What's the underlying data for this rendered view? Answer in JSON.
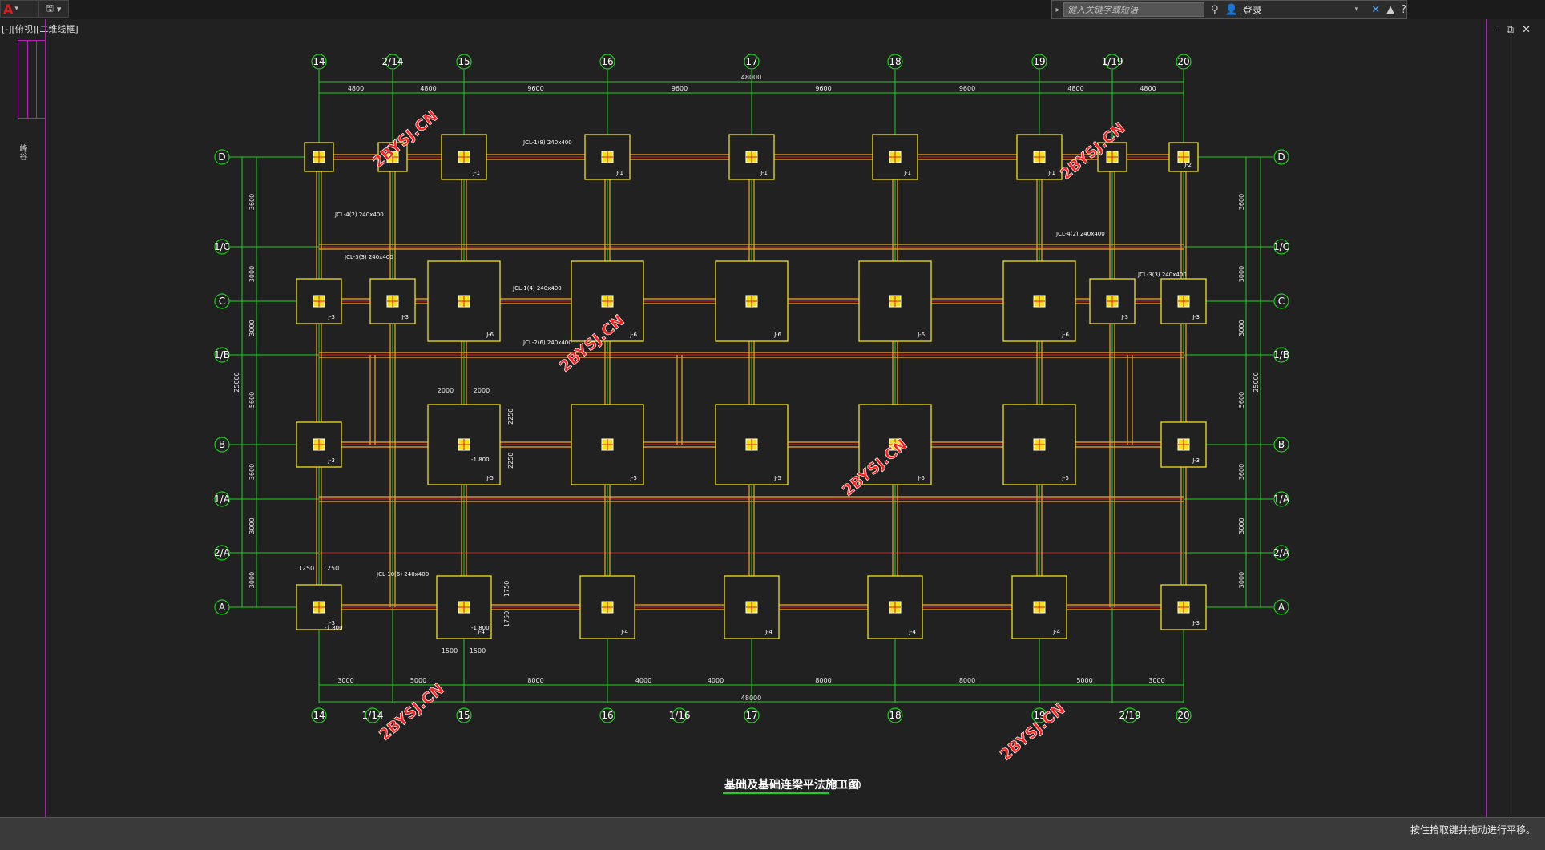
{
  "app": {
    "logo": "A",
    "menu_caret": "▾",
    "qa_icon": "save-icon"
  },
  "search": {
    "placeholder": "键入关键字或短语",
    "login_label": "登录",
    "help_label": "?"
  },
  "view_label": "[-][俯视][二维线框]",
  "palette_label": "峰谷",
  "status_text": "按住拾取键并拖动进行平移。",
  "drawing": {
    "top_axes": [
      "14",
      "2/14",
      "15",
      "16",
      "17",
      "18",
      "19",
      "1/19",
      "20"
    ],
    "bottom_axes": [
      "14",
      "1/14",
      "15",
      "16",
      "1/16",
      "17",
      "18",
      "19",
      "2/19",
      "20"
    ],
    "row_axes": [
      "D",
      "1/C",
      "C",
      "1/B",
      "B",
      "1/A",
      "2/A",
      "A"
    ],
    "top_dims": [
      "4800",
      "4800",
      "9600",
      "9600",
      "9600",
      "9600",
      "4800",
      "4800"
    ],
    "top_total": "48000",
    "bottom_dims": [
      "3000",
      "5000",
      "8000",
      "4000",
      "4000",
      "8000",
      "8000",
      "5000",
      "3000"
    ],
    "bottom_total": "48000",
    "left_dims": [
      "3600",
      "3000",
      "3000",
      "5600",
      "3600",
      "3000",
      "3000"
    ],
    "left_total": "25000",
    "right_total": "25000",
    "beam_labels": [
      "JCL-1(8) 240x400",
      "JCL-1(4) 240x400",
      "JCL-2(6) 240x400",
      "JCL-3(3) 240x400",
      "JCL-4(2) 240x400",
      "JCL-10(6) 240x400"
    ],
    "footing_labels": [
      "J-1",
      "J-2",
      "J-3",
      "J-4",
      "J-5",
      "J-6"
    ],
    "elev_label": "-1.800",
    "footing_dims": [
      "2000",
      "2000",
      "2250",
      "2250",
      "1500",
      "1500",
      "1750",
      "1750",
      "1250",
      "1250"
    ],
    "watermark": "2BYSJ.CN",
    "title": "基础及基础连梁平法施工图",
    "scale": "1:100"
  }
}
